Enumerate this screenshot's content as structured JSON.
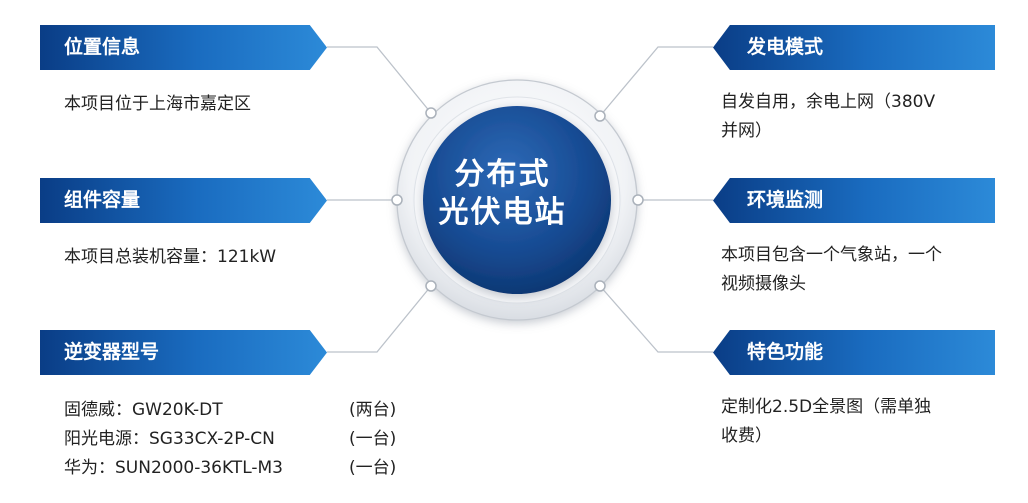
{
  "center": {
    "line1": "分布式",
    "line2": "光伏电站"
  },
  "colors": {
    "banner_dark": "#0a3d86",
    "banner_light": "#2c8ad8",
    "center_fill": "#174b93"
  },
  "left": [
    {
      "title": "位置信息",
      "desc": "本项目位于上海市嘉定区"
    },
    {
      "title": "组件容量",
      "desc": "本项目总装机容量：121kW"
    },
    {
      "title": "逆变器型号",
      "items": [
        {
          "model": "固德威：GW20K-DT",
          "note": "(两台)"
        },
        {
          "model": "阳光电源：SG33CX-2P-CN",
          "note": "(一台)"
        },
        {
          "model": "华为：SUN2000-36KTL-M3",
          "note": "(一台)"
        }
      ]
    }
  ],
  "right": [
    {
      "title": "发电模式",
      "desc_line1": "自发自用，余电上网（380V",
      "desc_line2": "并网）"
    },
    {
      "title": "环境监测",
      "desc_line1": "本项目包含一个气象站，一个",
      "desc_line2": "视频摄像头"
    },
    {
      "title": "特色功能",
      "desc_line1": "定制化2.5D全景图（需单独",
      "desc_line2": "收费）"
    }
  ]
}
